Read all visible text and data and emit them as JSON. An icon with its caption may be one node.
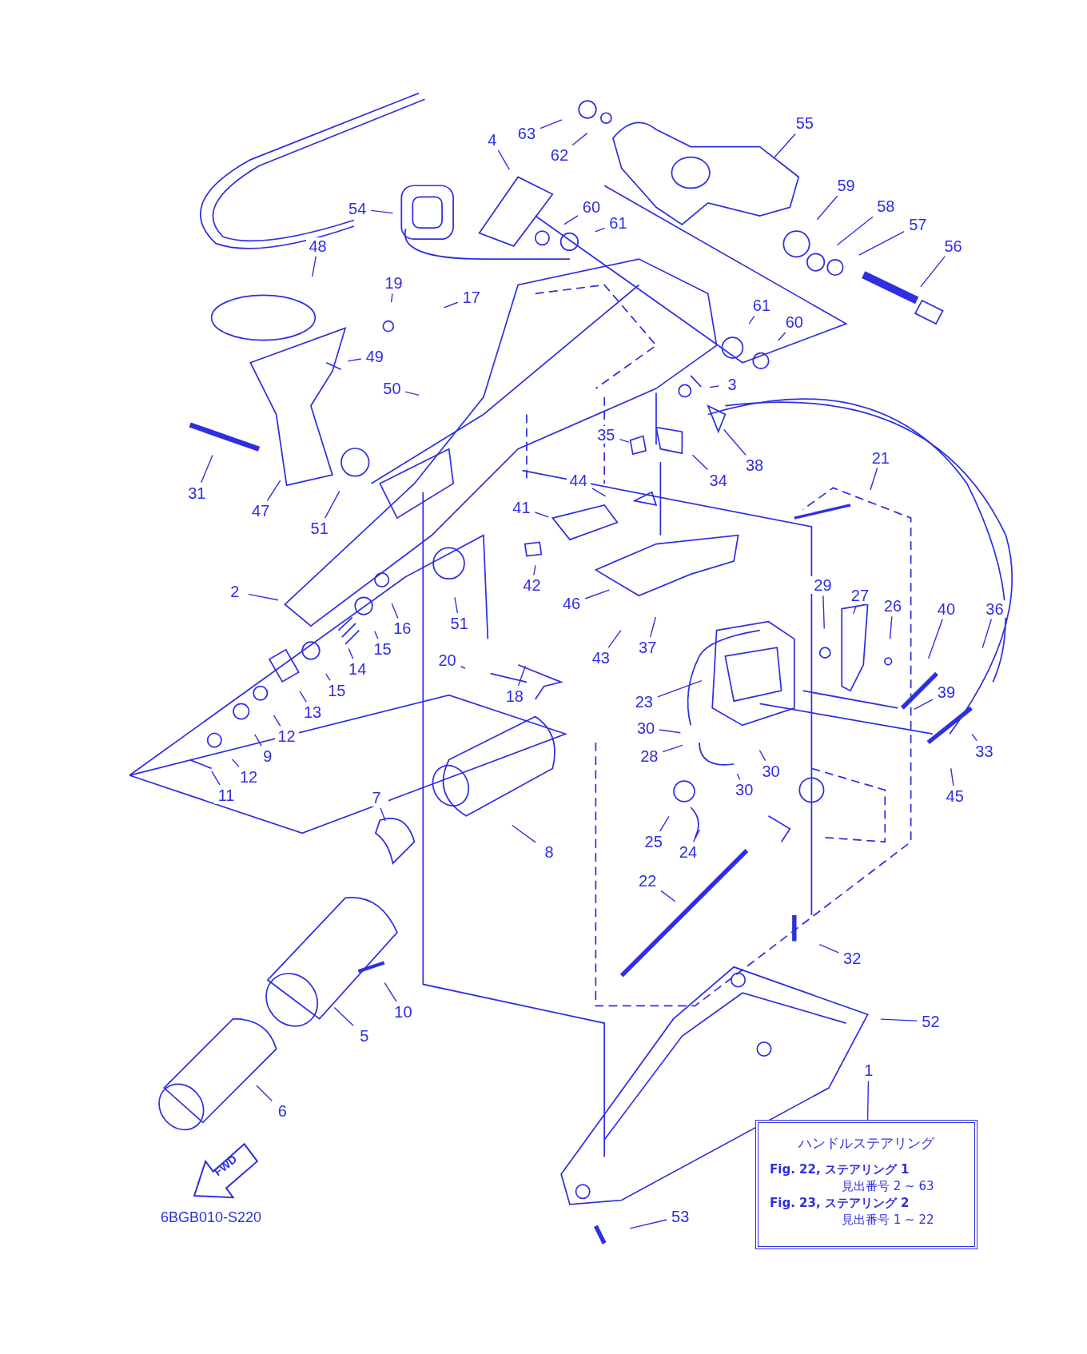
{
  "diagram": {
    "nodes": [
      {
        "text": [
          "63"
        ]
      },
      {
        "text": [
          "62"
        ]
      },
      {
        "text": [
          "4"
        ]
      },
      {
        "text": [
          "55"
        ]
      },
      {
        "text": [
          "54"
        ]
      },
      {
        "text": [
          "60"
        ]
      },
      {
        "text": [
          "61"
        ]
      },
      {
        "text": [
          "59"
        ]
      },
      {
        "text": [
          "58"
        ]
      },
      {
        "text": [
          "57"
        ]
      },
      {
        "text": [
          "56"
        ]
      },
      {
        "text": [
          "48"
        ]
      },
      {
        "text": [
          "19"
        ]
      },
      {
        "text": [
          "17"
        ]
      },
      {
        "text": [
          "61"
        ]
      },
      {
        "text": [
          "60"
        ]
      },
      {
        "text": [
          "49"
        ]
      },
      {
        "text": [
          "3"
        ]
      },
      {
        "text": [
          "50"
        ]
      },
      {
        "text": [
          "35"
        ]
      },
      {
        "text": [
          "34"
        ]
      },
      {
        "text": [
          "38"
        ]
      },
      {
        "text": [
          "31"
        ]
      },
      {
        "text": [
          "47"
        ]
      },
      {
        "text": [
          "51"
        ]
      },
      {
        "text": [
          "21"
        ]
      },
      {
        "text": [
          "44"
        ]
      },
      {
        "text": [
          "41"
        ]
      },
      {
        "text": [
          "42"
        ]
      },
      {
        "text": [
          "2"
        ]
      },
      {
        "text": [
          "16"
        ]
      },
      {
        "text": [
          "46"
        ]
      },
      {
        "text": [
          "29"
        ]
      },
      {
        "text": [
          "27"
        ]
      },
      {
        "text": [
          "26"
        ]
      },
      {
        "text": [
          "40"
        ]
      },
      {
        "text": [
          "36"
        ]
      },
      {
        "text": [
          "51"
        ]
      },
      {
        "text": [
          "15"
        ]
      },
      {
        "text": [
          "14"
        ]
      },
      {
        "text": [
          "37"
        ]
      },
      {
        "text": [
          "43"
        ]
      },
      {
        "text": [
          "20"
        ]
      },
      {
        "text": [
          "18"
        ]
      },
      {
        "text": [
          "15"
        ]
      },
      {
        "text": [
          "13"
        ]
      },
      {
        "text": [
          "12"
        ]
      },
      {
        "text": [
          "9"
        ]
      },
      {
        "text": [
          "12"
        ]
      },
      {
        "text": [
          "11"
        ]
      },
      {
        "text": [
          "39"
        ]
      },
      {
        "text": [
          "23"
        ]
      },
      {
        "text": [
          "30"
        ]
      },
      {
        "text": [
          "28"
        ]
      },
      {
        "text": [
          "33"
        ]
      },
      {
        "text": [
          "30"
        ]
      },
      {
        "text": [
          "30"
        ]
      },
      {
        "text": [
          "45"
        ]
      },
      {
        "text": [
          "7"
        ]
      },
      {
        "text": [
          "8"
        ]
      },
      {
        "text": [
          "25"
        ]
      },
      {
        "text": [
          "24"
        ]
      },
      {
        "text": [
          "22"
        ]
      },
      {
        "text": [
          "32"
        ]
      },
      {
        "text": [
          "10"
        ]
      },
      {
        "text": [
          "5"
        ]
      },
      {
        "text": [
          "52"
        ]
      },
      {
        "text": [
          "6"
        ]
      },
      {
        "text": [
          "1"
        ]
      },
      {
        "text": [
          "53"
        ]
      },
      {
        "text": [
          "ハンドルステアリング",
          "Fig. 22, ステアリング 1",
          "見出番号 2 ~ 63",
          "Fig. 23, ステアリング 2",
          "見出番号 1 ~ 22"
        ]
      }
    ],
    "edges": [
      {
        "from": 0,
        "to": null,
        "arrow": "none"
      },
      {
        "from": 1,
        "to": null,
        "arrow": "none"
      },
      {
        "from": 2,
        "to": null,
        "arrow": "none"
      },
      {
        "from": 3,
        "to": null,
        "arrow": "none"
      },
      {
        "from": 4,
        "to": null,
        "arrow": "none"
      },
      {
        "from": 5,
        "to": null,
        "arrow": "none"
      },
      {
        "from": 6,
        "to": null,
        "arrow": "none"
      },
      {
        "from": 7,
        "to": null,
        "arrow": "none"
      },
      {
        "from": 8,
        "to": null,
        "arrow": "none"
      },
      {
        "from": 9,
        "to": null,
        "arrow": "none"
      },
      {
        "from": 10,
        "to": null,
        "arrow": "none"
      },
      {
        "from": 11,
        "to": null,
        "arrow": "none"
      },
      {
        "from": 12,
        "to": null,
        "arrow": "none"
      },
      {
        "from": 13,
        "to": null,
        "arrow": "none"
      },
      {
        "from": 14,
        "to": null,
        "arrow": "none"
      },
      {
        "from": 15,
        "to": null,
        "arrow": "none"
      },
      {
        "from": 16,
        "to": null,
        "arrow": "none"
      },
      {
        "from": 17,
        "to": null,
        "arrow": "none"
      },
      {
        "from": 18,
        "to": null,
        "arrow": "none"
      },
      {
        "from": 19,
        "to": null,
        "arrow": "none"
      },
      {
        "from": 20,
        "to": null,
        "arrow": "none"
      },
      {
        "from": 21,
        "to": null,
        "arrow": "none"
      },
      {
        "from": 22,
        "to": null,
        "arrow": "none"
      },
      {
        "from": 23,
        "to": null,
        "arrow": "none"
      },
      {
        "from": 24,
        "to": null,
        "arrow": "none"
      },
      {
        "from": 25,
        "to": null,
        "arrow": "none"
      },
      {
        "from": 26,
        "to": null,
        "arrow": "none"
      },
      {
        "from": 27,
        "to": null,
        "arrow": "none"
      },
      {
        "from": 28,
        "to": null,
        "arrow": "none"
      },
      {
        "from": 29,
        "to": null,
        "arrow": "none"
      },
      {
        "from": 30,
        "to": null,
        "arrow": "none"
      },
      {
        "from": 31,
        "to": null,
        "arrow": "none"
      },
      {
        "from": 32,
        "to": null,
        "arrow": "none"
      },
      {
        "from": 33,
        "to": null,
        "arrow": "none"
      },
      {
        "from": 34,
        "to": null,
        "arrow": "none"
      },
      {
        "from": 35,
        "to": null,
        "arrow": "none"
      },
      {
        "from": 36,
        "to": null,
        "arrow": "none"
      },
      {
        "from": 37,
        "to": null,
        "arrow": "none"
      },
      {
        "from": 38,
        "to": null,
        "arrow": "none"
      },
      {
        "from": 39,
        "to": null,
        "arrow": "none"
      },
      {
        "from": 40,
        "to": null,
        "arrow": "none"
      },
      {
        "from": 41,
        "to": null,
        "arrow": "none"
      },
      {
        "from": 42,
        "to": null,
        "arrow": "none"
      },
      {
        "from": 43,
        "to": null,
        "arrow": "none"
      },
      {
        "from": 44,
        "to": null,
        "arrow": "none"
      },
      {
        "from": 45,
        "to": null,
        "arrow": "none"
      },
      {
        "from": 46,
        "to": null,
        "arrow": "none"
      },
      {
        "from": 47,
        "to": null,
        "arrow": "none"
      },
      {
        "from": 48,
        "to": null,
        "arrow": "none"
      },
      {
        "from": 49,
        "to": null,
        "arrow": "none"
      },
      {
        "from": 50,
        "to": null,
        "arrow": "none"
      },
      {
        "from": 51,
        "to": null,
        "arrow": "none"
      },
      {
        "from": 52,
        "to": null,
        "arrow": "none"
      },
      {
        "from": 53,
        "to": null,
        "arrow": "none"
      },
      {
        "from": 54,
        "to": null,
        "arrow": "none"
      },
      {
        "from": 55,
        "to": null,
        "arrow": "none"
      },
      {
        "from": 56,
        "to": null,
        "arrow": "none"
      },
      {
        "from": 57,
        "to": null,
        "arrow": "none"
      },
      {
        "from": 58,
        "to": null,
        "arrow": "none"
      },
      {
        "from": 59,
        "to": null,
        "arrow": "none"
      },
      {
        "from": 60,
        "to": null,
        "arrow": "none"
      },
      {
        "from": 61,
        "to": null,
        "arrow": "none"
      },
      {
        "from": 62,
        "to": null,
        "arrow": "none"
      },
      {
        "from": 63,
        "to": null,
        "arrow": "none"
      },
      {
        "from": 64,
        "to": null,
        "arrow": "none"
      },
      {
        "from": 65,
        "to": null,
        "arrow": "none"
      },
      {
        "from": 66,
        "to": null,
        "arrow": "none"
      },
      {
        "from": 67,
        "to": null,
        "arrow": "none"
      },
      {
        "from": 68,
        "to": 70,
        "arrow": "none"
      },
      {
        "from": 69,
        "to": null,
        "arrow": "none"
      }
    ],
    "labels": [
      "FWD",
      "6BGB010-S220"
    ]
  }
}
